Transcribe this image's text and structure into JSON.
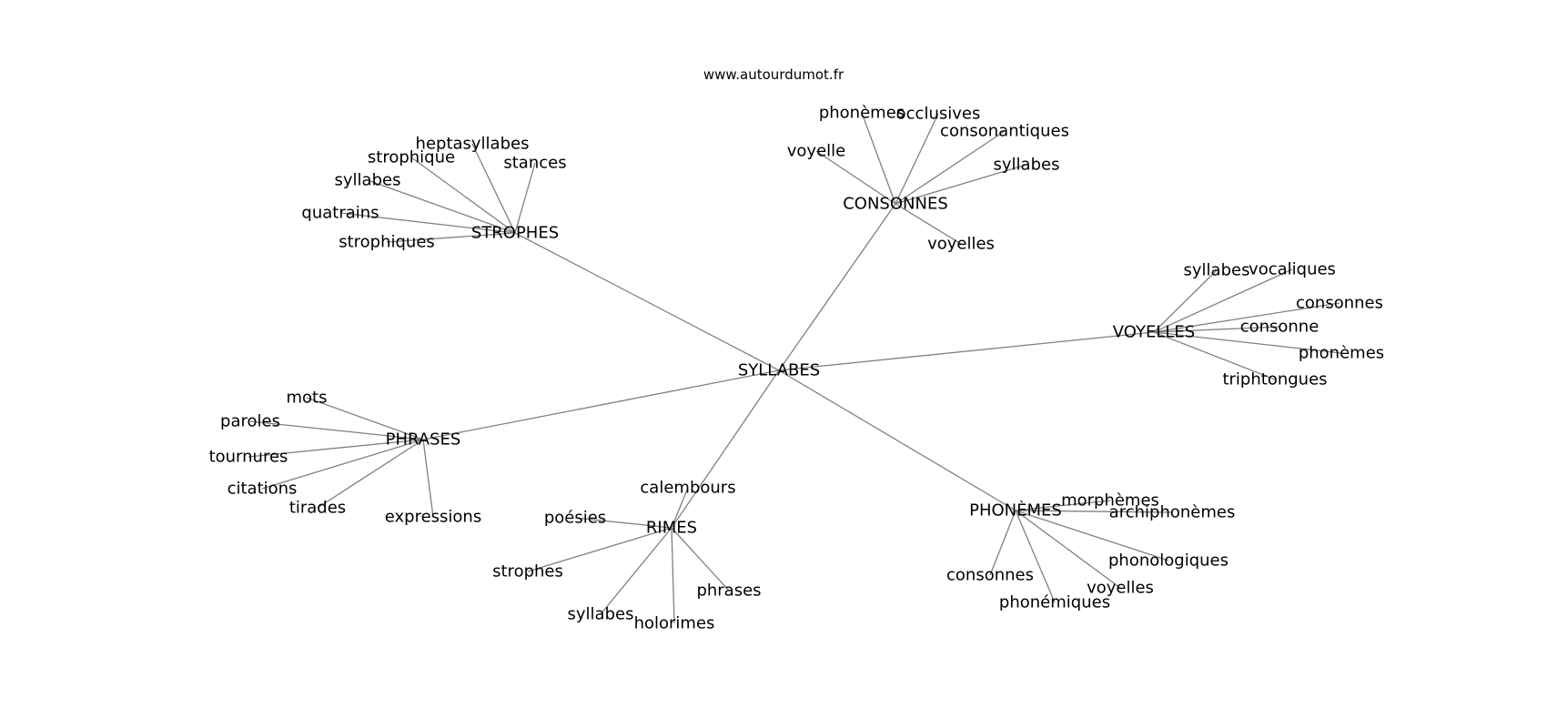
{
  "source": "www.autourdumot.fr",
  "graph": {
    "root": "SYLLABES",
    "clusters": [
      {
        "hub": "STROPHES",
        "leaves": [
          "heptasyllabes",
          "strophique",
          "stances",
          "syllabes",
          "quatrains",
          "strophiques"
        ]
      },
      {
        "hub": "CONSONNES",
        "leaves": [
          "phonèmes",
          "occlusives",
          "consonantiques",
          "voyelle",
          "syllabes",
          "voyelles"
        ]
      },
      {
        "hub": "VOYELLES",
        "leaves": [
          "syllabes",
          "vocaliques",
          "consonnes",
          "consonne",
          "phonèmes",
          "triphtongues"
        ]
      },
      {
        "hub": "PHRASES",
        "leaves": [
          "mots",
          "paroles",
          "tournures",
          "citations",
          "tirades",
          "expressions"
        ]
      },
      {
        "hub": "RIMES",
        "leaves": [
          "calembours",
          "poésies",
          "strophes",
          "syllabes",
          "holorimes",
          "phrases"
        ]
      },
      {
        "hub": "PHONÈMES",
        "leaves": [
          "morphèmes",
          "archiphonèmes",
          "phonologiques",
          "consonnes",
          "voyelles",
          "phonémiques"
        ]
      }
    ]
  }
}
